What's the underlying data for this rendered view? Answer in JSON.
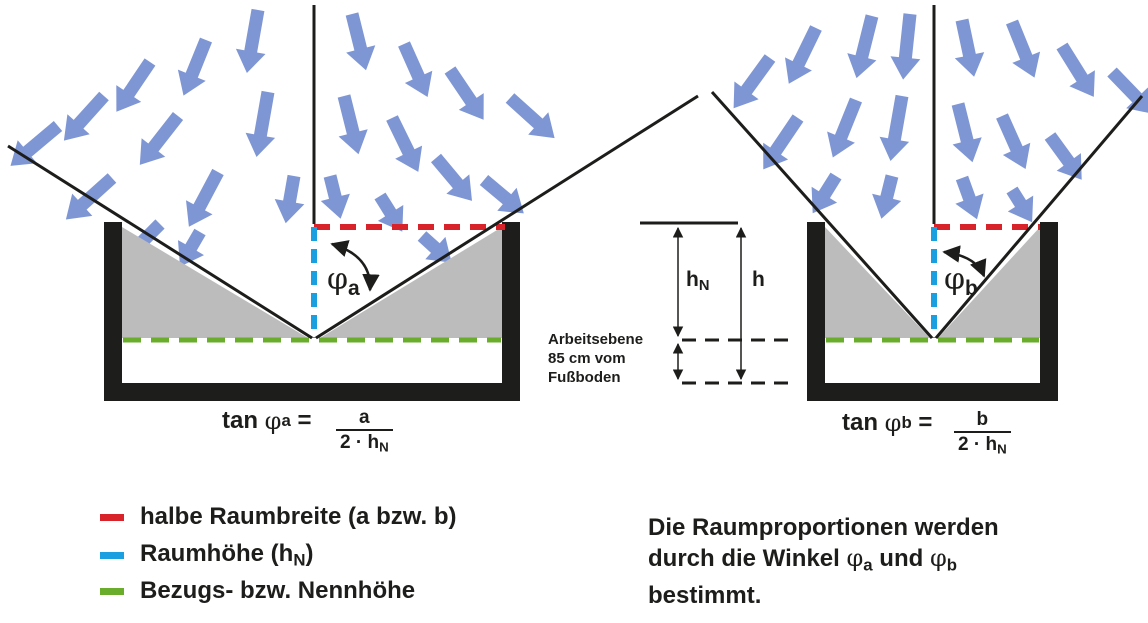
{
  "labels": {
    "hN_main": "h",
    "hN_sub": "N",
    "h": "h",
    "work_plane": [
      "Arbeitsebene",
      "85 cm vom",
      "Fußboden"
    ]
  },
  "formula_a": {
    "prefix": "tan",
    "phi": "φ",
    "phi_sub": "a",
    "equals": "=",
    "numerator": "a",
    "denominator_main": "2 · h",
    "denominator_sub": "N"
  },
  "formula_b": {
    "prefix": "tan",
    "phi": "φ",
    "phi_sub": "b",
    "equals": "=",
    "numerator": "b",
    "denominator_main": "2 · h",
    "denominator_sub": "N"
  },
  "angle_a": {
    "phi": "φ",
    "sub": "a"
  },
  "angle_b": {
    "phi": "φ",
    "sub": "b"
  },
  "legend": [
    {
      "key": "red",
      "color": "#d9232a",
      "text": "halbe Raumbreite (a bzw. b)"
    },
    {
      "key": "blue",
      "color": "#1aa0e0",
      "text_main": "Raumhöhe (h",
      "text_sub": "N",
      "text_end": ")"
    },
    {
      "key": "green",
      "color": "#6aac2b",
      "text": "Bezugs- bzw. Nennhöhe"
    }
  ],
  "note": {
    "line1": "Die Raumproportionen werden",
    "line2_start": "durch die Winkel ",
    "phi_a": "φ",
    "sub_a": "a",
    "and": " und ",
    "phi_b": "φ",
    "sub_b": "b",
    "line3": "bestimmt."
  },
  "colors": {
    "arrow": "#7f96d4",
    "wall": "#1d1d1b",
    "fill": "#bcbcbc",
    "red": "#d9232a",
    "blue": "#1aa0e0",
    "green": "#6aac2b"
  },
  "icons": {
    "light_arrow": "arrow-down-icon",
    "angle_arc": "curved-double-arrow-icon"
  }
}
